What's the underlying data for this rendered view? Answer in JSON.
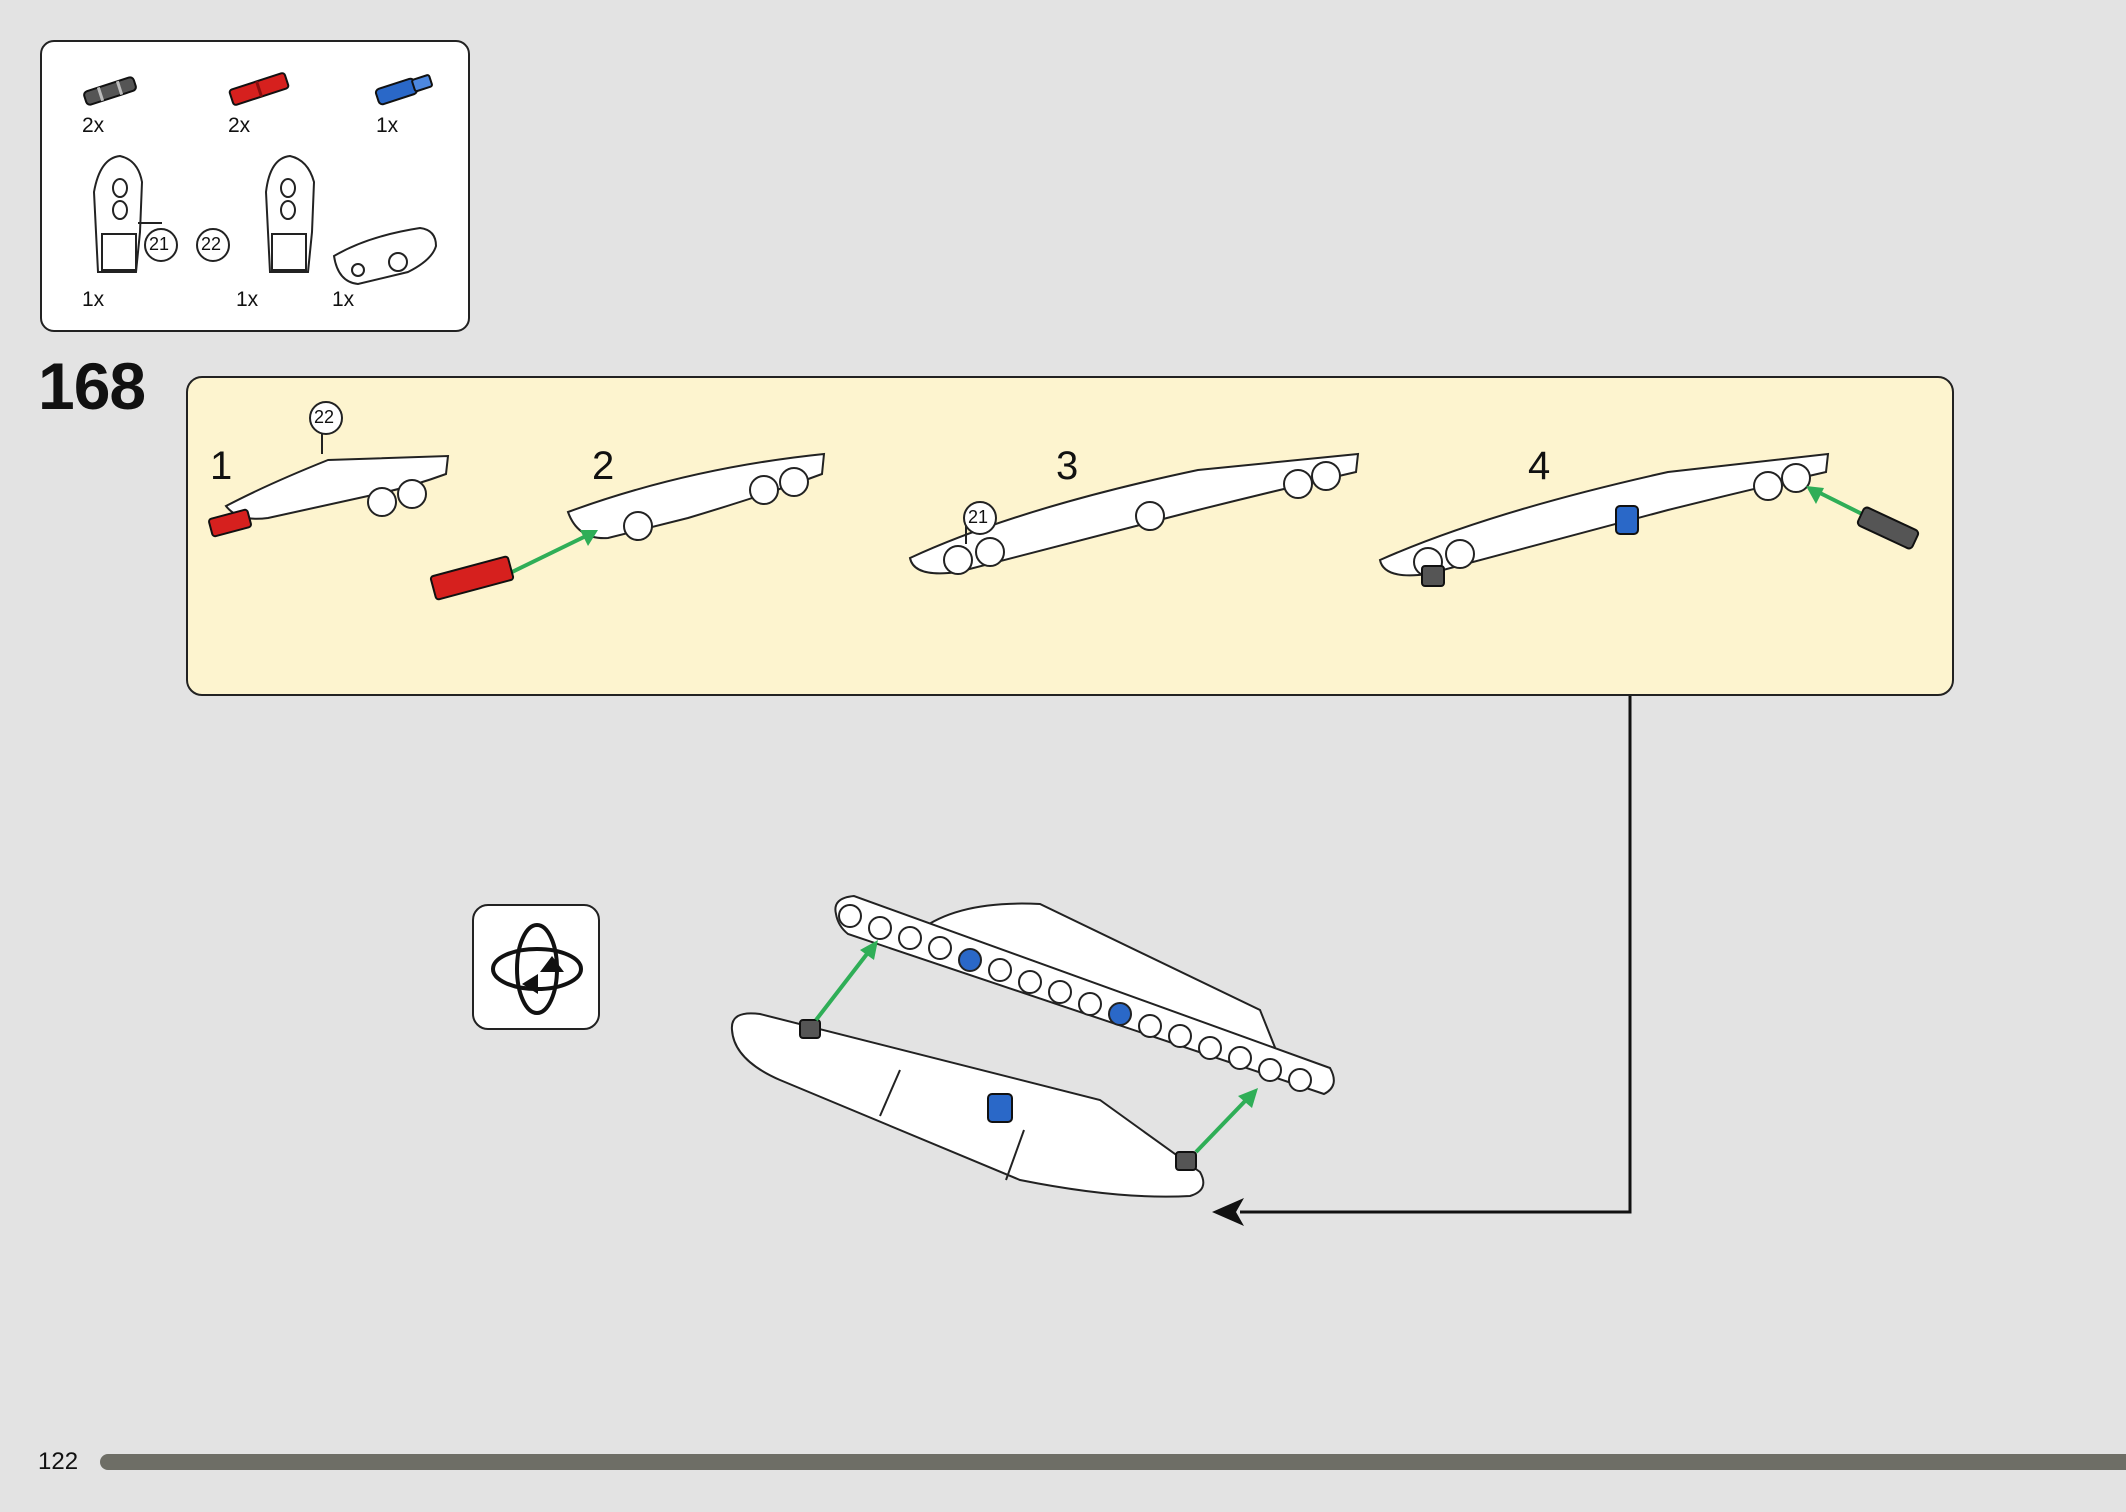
{
  "step": {
    "number": "168"
  },
  "parts_list": {
    "items": [
      {
        "name": "gray-axle-pin",
        "color": "#555555",
        "qty": "2x"
      },
      {
        "name": "red-axle-pin",
        "color": "#d6201e",
        "qty": "2x"
      },
      {
        "name": "blue-axle-pin",
        "color": "#2a68c8",
        "qty": "1x"
      },
      {
        "name": "white-panel-21",
        "callout": "21",
        "qty": "1x"
      },
      {
        "name": "white-panel-22",
        "callout": "22",
        "qty": "1x"
      },
      {
        "name": "white-curved-panel",
        "qty": "1x"
      }
    ]
  },
  "substeps": [
    {
      "label": "1",
      "callout": "22"
    },
    {
      "label": "2"
    },
    {
      "label": "3",
      "callout": "21"
    },
    {
      "label": "4"
    }
  ],
  "rotate_icon": "rotate-model-icon",
  "page": {
    "number": "122"
  },
  "colors": {
    "page_bg": "#e3e3e3",
    "panel_bg": "#fdf4cf",
    "arrow_green": "#2fae57",
    "red_pin": "#d6201e",
    "blue_pin": "#2a68c8",
    "gray_pin": "#555555",
    "bar": "#6e6e66"
  }
}
